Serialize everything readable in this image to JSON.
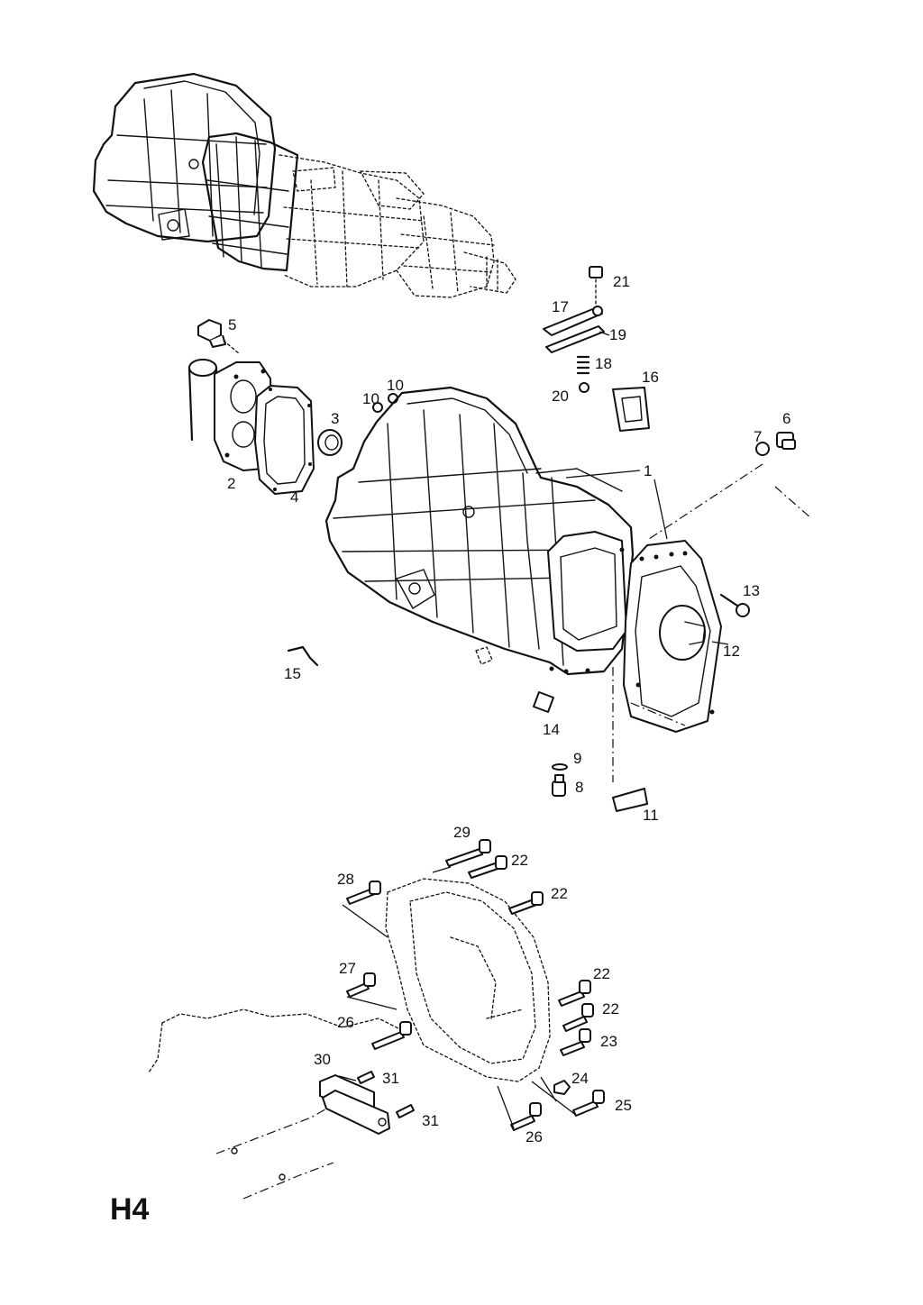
{
  "sheet_code": "H4",
  "callouts": [
    {
      "id": "c1",
      "text": "1"
    },
    {
      "id": "c2",
      "text": "2"
    },
    {
      "id": "c3",
      "text": "3"
    },
    {
      "id": "c4",
      "text": "4"
    },
    {
      "id": "c5",
      "text": "5"
    },
    {
      "id": "c6",
      "text": "6"
    },
    {
      "id": "c7",
      "text": "7"
    },
    {
      "id": "c8",
      "text": "8"
    },
    {
      "id": "c9",
      "text": "9"
    },
    {
      "id": "c10a",
      "text": "10"
    },
    {
      "id": "c10b",
      "text": "10"
    },
    {
      "id": "c11",
      "text": "11"
    },
    {
      "id": "c12",
      "text": "12"
    },
    {
      "id": "c13",
      "text": "13"
    },
    {
      "id": "c14",
      "text": "14"
    },
    {
      "id": "c15",
      "text": "15"
    },
    {
      "id": "c16",
      "text": "16"
    },
    {
      "id": "c17",
      "text": "17"
    },
    {
      "id": "c18",
      "text": "18"
    },
    {
      "id": "c19",
      "text": "19"
    },
    {
      "id": "c20",
      "text": "20"
    },
    {
      "id": "c21",
      "text": "21"
    },
    {
      "id": "c22a",
      "text": "22"
    },
    {
      "id": "c22b",
      "text": "22"
    },
    {
      "id": "c22c",
      "text": "22"
    },
    {
      "id": "c22d",
      "text": "22"
    },
    {
      "id": "c23",
      "text": "23"
    },
    {
      "id": "c24",
      "text": "24"
    },
    {
      "id": "c25",
      "text": "25"
    },
    {
      "id": "c26a",
      "text": "26"
    },
    {
      "id": "c26b",
      "text": "26"
    },
    {
      "id": "c27",
      "text": "27"
    },
    {
      "id": "c28",
      "text": "28"
    },
    {
      "id": "c29",
      "text": "29"
    },
    {
      "id": "c30",
      "text": "30"
    },
    {
      "id": "c31a",
      "text": "31"
    },
    {
      "id": "c31b",
      "text": "31"
    }
  ]
}
